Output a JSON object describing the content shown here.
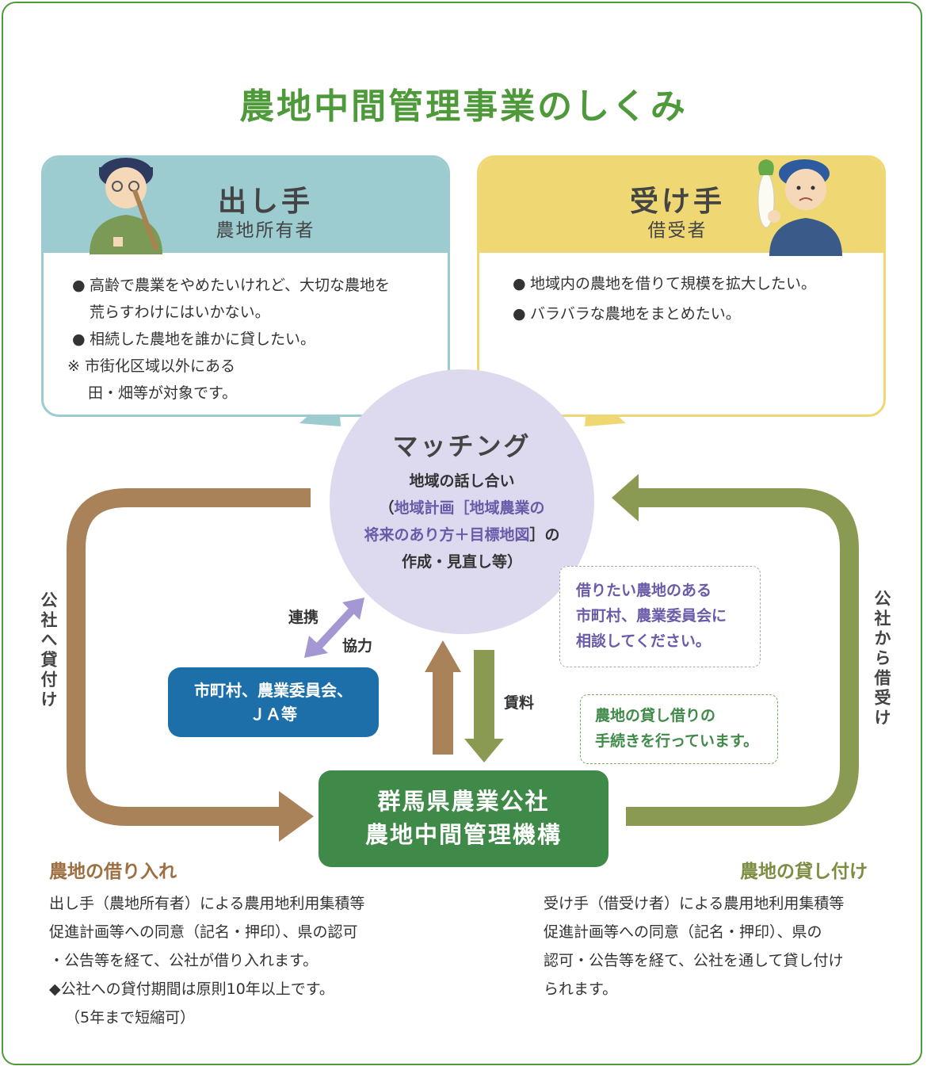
{
  "title": "農地中間管理事業のしくみ",
  "giver": {
    "title": "出し手",
    "subtitle": "農地所有者",
    "bullet_mark": "●",
    "bullets": [
      "高齢で農業をやめたいけれど、大切な農地を",
      "荒らすわけにはいかない。",
      "相続した農地を誰かに貸したい。"
    ],
    "note_mark": "※",
    "note_lines": [
      "市街化区域以外にある",
      "田・畑等が対象です。"
    ]
  },
  "receiver": {
    "title": "受け手",
    "subtitle": "借受者",
    "bullet_mark": "●",
    "bullets": [
      "地域内の農地を借りて規模を拡大したい。",
      "バラバラな農地をまとめたい。"
    ]
  },
  "matching": {
    "title": "マッチング",
    "line1": "地域の話し合い",
    "line2_open": "（",
    "line2_purple": "地域計画［地域農業の",
    "line3_purple": "将来のあり方＋目標地図",
    "line3_close": "］の",
    "line4": "作成・見直し等）"
  },
  "consult_note": [
    "借りたい農地のある",
    "市町村、農業委員会に",
    "相談してください。"
  ],
  "procedure_note": [
    "農地の貸し借りの",
    "手続きを行っています。"
  ],
  "partners": [
    "市町村、農業委員会、",
    "ＪＡ等"
  ],
  "corp": [
    "群馬県農業公社",
    "農地中間管理機構"
  ],
  "labels": {
    "renkei": "連携",
    "kyoryoku": "協力",
    "rent": "賃料",
    "lend_to_corp": "公社へ貸付け",
    "borrow_from_corp": "公社から借受け"
  },
  "borrowing": {
    "heading": "農地の借り入れ",
    "lines": [
      "出し手（農地所有者）による農用地利用集積等",
      "促進計画等への同意（記名・押印）、県の認可",
      "・公告等を経て、公社が借り入れます。",
      "◆公社への貸付期間は原則10年以上です。",
      "（5年まで短縮可）"
    ]
  },
  "lending": {
    "heading": "農地の貸し付け",
    "lines": [
      "受け手（借受け者）による農用地利用集積等",
      "促進計画等への同意（記名・押印）、県の",
      "認可・公告等を経て、公社を通して貸し付け",
      "られます。"
    ]
  },
  "colors": {
    "green_title": "#4e9a3a",
    "giver_band": "#9ccbd0",
    "receiver_band": "#efd873",
    "matching_circle": "#ddd9ef",
    "partners_box": "#1c6fa8",
    "corp_box": "#3f8a48",
    "brown_arrow": "#a98259",
    "olive_arrow": "#8a9a52",
    "purple_arrow": "#a597d3"
  }
}
